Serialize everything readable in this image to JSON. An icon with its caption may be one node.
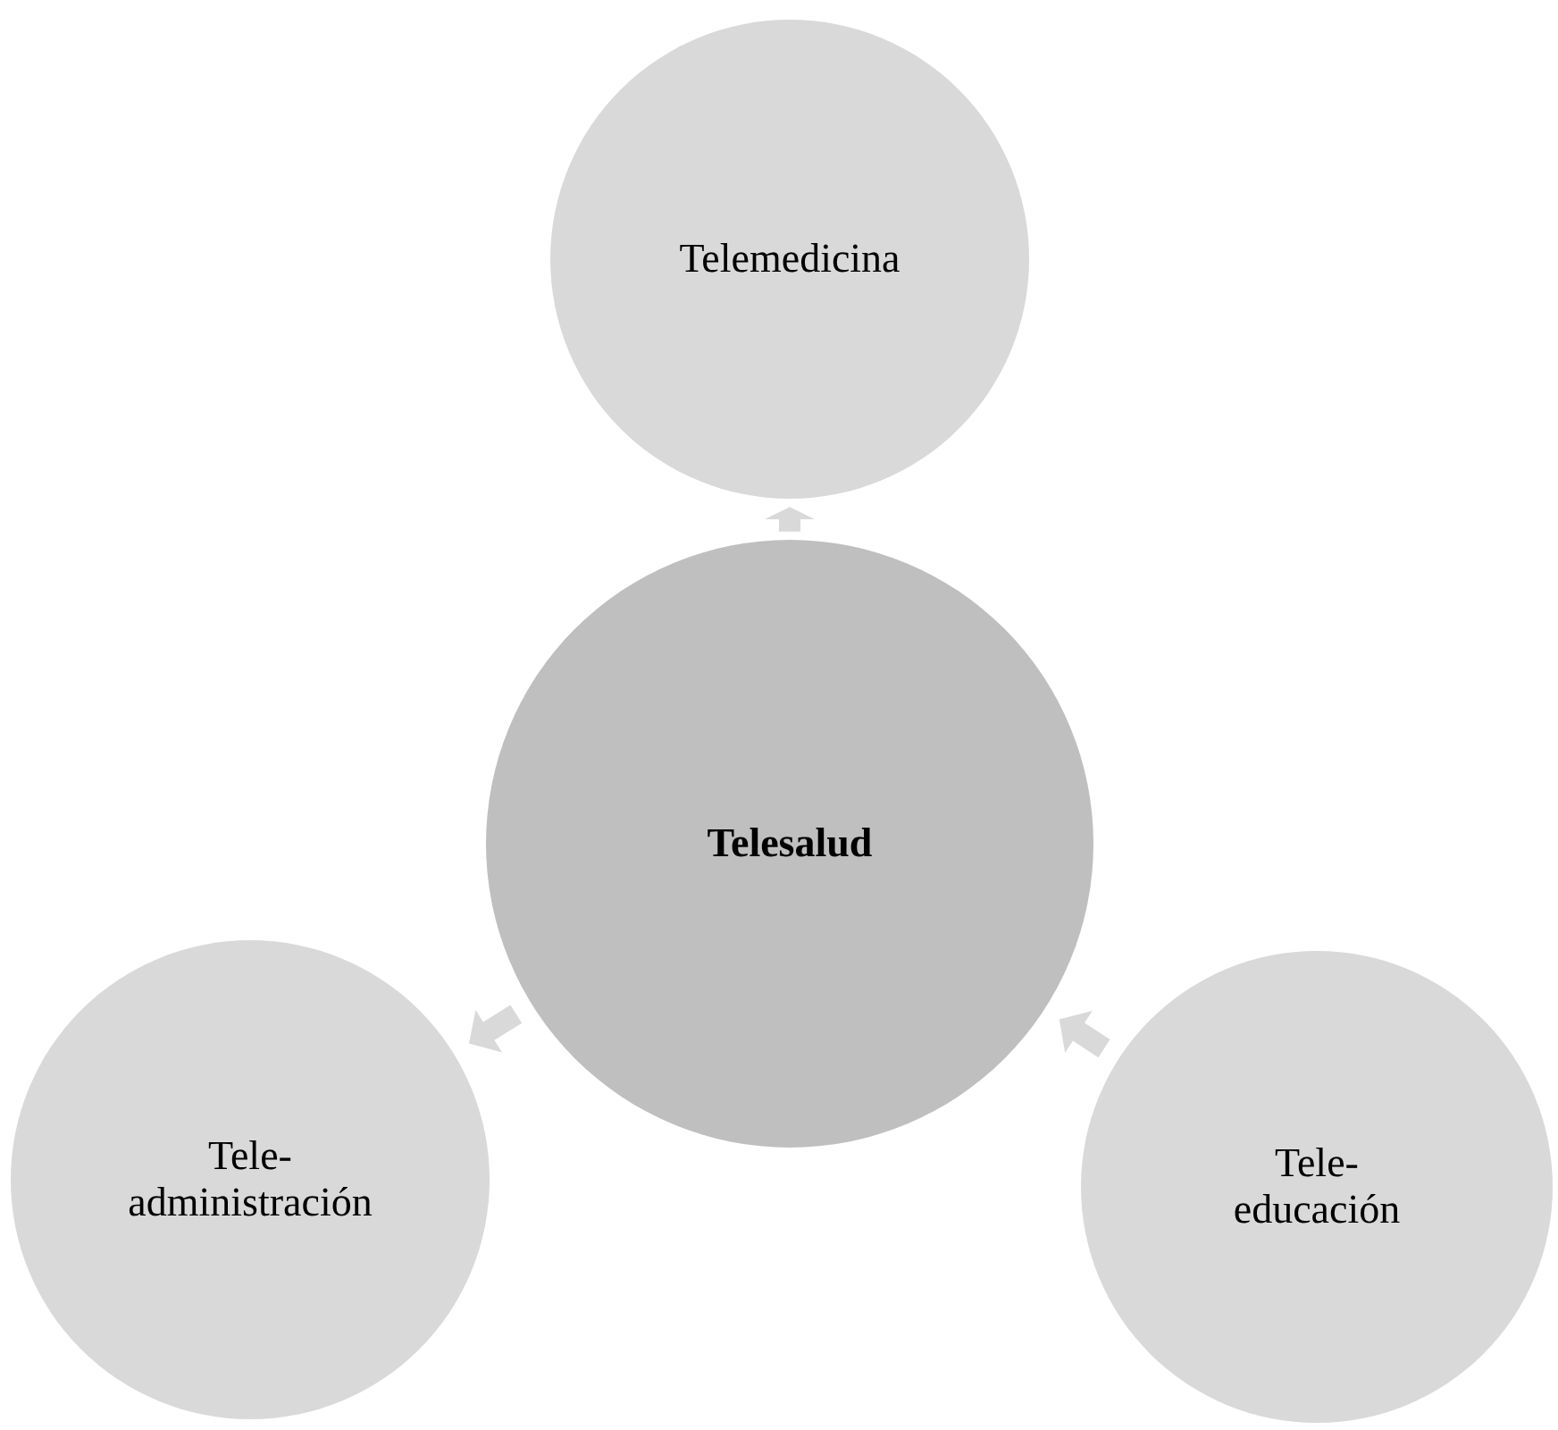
{
  "diagram": {
    "nodes": [
      {
        "text": [
          "Telesalud"
        ]
      },
      {
        "text": [
          "Telemedicina"
        ]
      },
      {
        "text": [
          "Tele- administración"
        ]
      },
      {
        "text": [
          "Tele- educación"
        ]
      }
    ],
    "edges": [
      {
        "from": 0,
        "to": 1,
        "arrow": "to"
      },
      {
        "from": 0,
        "to": 2,
        "arrow": "to"
      },
      {
        "from": 3,
        "to": 0,
        "arrow": "to"
      }
    ]
  }
}
